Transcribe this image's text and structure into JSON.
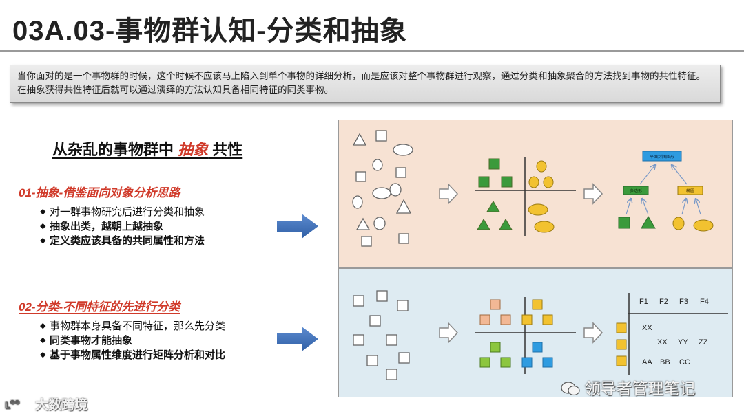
{
  "title": "03A.03-事物群认知-分类和抽象",
  "intro": "当你面对的是一个事物群的时候，这个时候不应该马上陷入到单个事物的详细分析，而是应该对整个事物群进行观察，通过分类和抽象聚合的方法找到事物的共性特征。在抽象获得共性特征后就可以通过演绎的方法认知具备相同特征的同类事物。",
  "headline": {
    "prefix": "从杂乱的事物群中 ",
    "accent": "抽象",
    "suffix": " 共性"
  },
  "section1": {
    "title": "01-抽象-借鉴面向对象分析思路",
    "bullets": [
      {
        "symbol": "◆",
        "text": "对一群事物研究后进行分类和抽象"
      },
      {
        "symbol": "◆",
        "text": "抽象出类，越朝上越抽象"
      },
      {
        "symbol": "◆",
        "text": "定义类应该具备的共同属性和方法"
      }
    ]
  },
  "section2": {
    "title": "02-分类-不同特征的先进行分类",
    "bullets": [
      {
        "symbol": "◆",
        "text": "事物群本身具备不同特征，那么先分类"
      },
      {
        "symbol": "◆",
        "text": "同类事物才能抽象"
      },
      {
        "symbol": "◆",
        "text": "基于事物属性维度进行矩阵分析和对比"
      }
    ]
  },
  "matrix": {
    "headers": [
      "F1",
      "F2",
      "F3",
      "F4"
    ],
    "row1": [
      "XX"
    ],
    "row2": [
      "XX",
      "YY",
      "ZZ"
    ],
    "row3": [
      "AA",
      "BB",
      "CC"
    ]
  },
  "watermarks": {
    "wechat": "领导者管理笔记",
    "brand": "大数跨境"
  },
  "colors": {
    "accent_red": "#d03a2a",
    "arrow_blue": "#3f6fb0",
    "green": "#3b9a3b",
    "yellow": "#f2c230",
    "orange": "#f2b895",
    "light_green": "#8cc63f",
    "blue": "#2e9be0",
    "panel1_bg": "#f7e2d3",
    "panel2_bg": "#deebf2"
  }
}
